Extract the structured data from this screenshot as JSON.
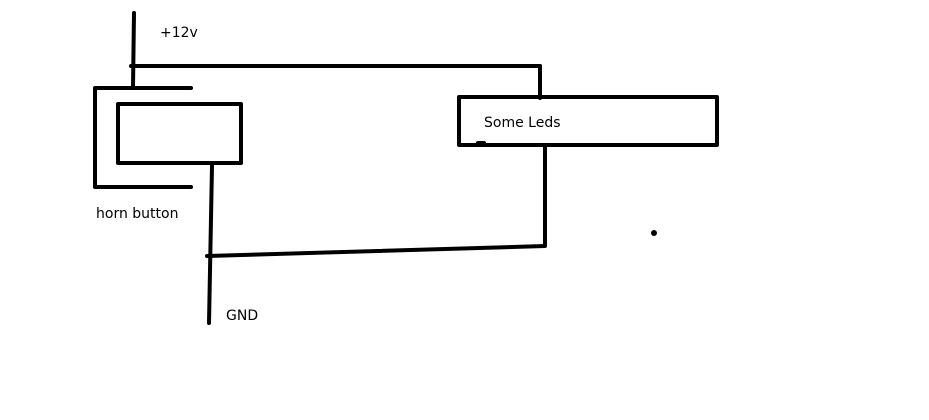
{
  "diagram": {
    "labels": {
      "supply": "+12v",
      "horn_button": "horn button",
      "leds": "Some Leds",
      "ground": "GND"
    }
  },
  "colors": {
    "background": "#ffffff",
    "ink": "#000000"
  }
}
